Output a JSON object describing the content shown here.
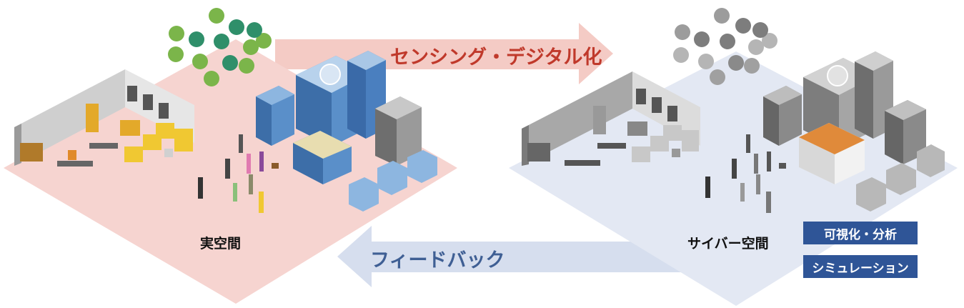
{
  "labels": {
    "real_space": "実空間",
    "cyber_space": "サイバー空間",
    "sensing": "センシング・デジタル化",
    "feedback": "フィードバック"
  },
  "tags": [
    {
      "label": "可視化・分析"
    },
    {
      "label": "シミュレーション"
    }
  ],
  "colors": {
    "real_ground": "#f6d4d0",
    "cyber_ground": "#e3e8f3",
    "sensing_arrow": "#f4cbc5",
    "sensing_text": "#c0392b",
    "feedback_arrow": "#d6deee",
    "feedback_text": "#3f5f94",
    "tag_bg": "#2f5597"
  }
}
